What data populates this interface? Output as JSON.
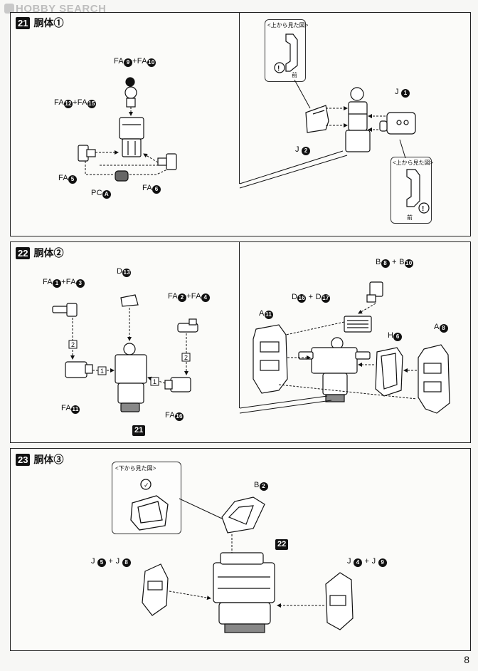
{
  "watermark": "HOBBY SEARCH",
  "page_number": "8",
  "steps": [
    {
      "num": "21",
      "title": "胴体①",
      "labels": {
        "fa9_fa10": [
          "FA",
          "9",
          "+FA",
          "10"
        ],
        "fa12_fa15": [
          "FA",
          "12",
          "+FA",
          "15"
        ],
        "fa5": [
          "FA",
          "5"
        ],
        "pca": [
          "PC",
          "A"
        ],
        "fa6": [
          "FA",
          "6"
        ],
        "j1": [
          "J ",
          "1"
        ],
        "j2": [
          "J ",
          "2"
        ]
      },
      "top_view_label": "<上から見た図>",
      "front_label": "前"
    },
    {
      "num": "22",
      "title": "胴体②",
      "labels": {
        "fa1_fa3": [
          "FA",
          "1",
          "+FA",
          "3"
        ],
        "d13": [
          "D",
          "13"
        ],
        "fa2_fa4": [
          "FA",
          "2",
          "+FA",
          "4"
        ],
        "fa11": [
          "FA",
          "11"
        ],
        "fa16": [
          "FA",
          "16"
        ],
        "b8_b10": [
          "B",
          "8",
          " + B",
          "10"
        ],
        "d16_d17": [
          "D",
          "16",
          " + D",
          "17"
        ],
        "a11": [
          "A",
          "11"
        ],
        "h6": [
          "H",
          "6"
        ],
        "a8": [
          "A",
          "8"
        ]
      },
      "badge": "21",
      "steps_markers": [
        "2",
        "1",
        "1",
        "2"
      ]
    },
    {
      "num": "23",
      "title": "胴体③",
      "labels": {
        "b2": [
          "B",
          "2"
        ],
        "j5_j8": [
          "J ",
          "5",
          " + J ",
          "8"
        ],
        "j4_j9": [
          "J ",
          "4",
          " + J ",
          "9"
        ]
      },
      "badge": "22",
      "bottom_view_label": "<下から見た図>"
    }
  ]
}
